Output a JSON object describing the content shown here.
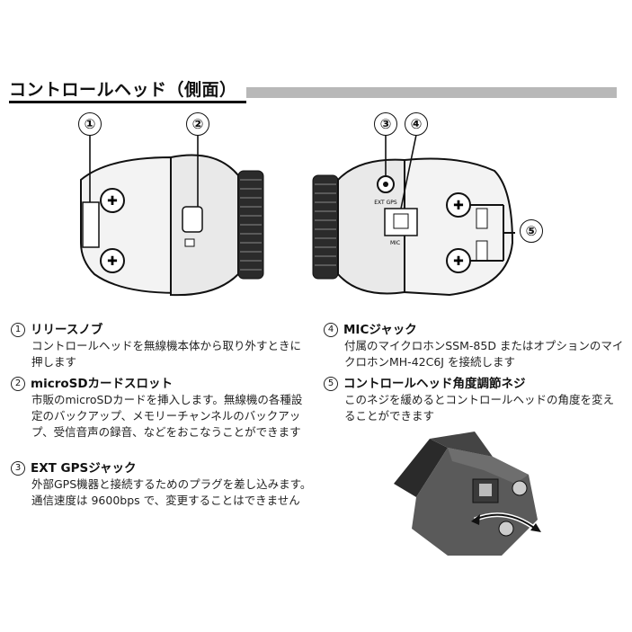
{
  "section": {
    "title": "コントロールヘッド（側面）"
  },
  "callouts": [
    "①",
    "②",
    "③",
    "④",
    "⑤"
  ],
  "figure_labels": {
    "ext_gps": "EXT GPS",
    "mic": "MIC"
  },
  "items": [
    {
      "num": "1",
      "title": "リリースノブ",
      "body": "コントロールヘッドを無線機本体から取り外すときに押します"
    },
    {
      "num": "2",
      "title": "microSDカードスロット",
      "body": "市販のmicroSDカードを挿入します。無線機の各種設定のバックアップ、メモリーチャンネルのバックアップ、受信音声の録音、などをおこなうことができます"
    },
    {
      "num": "3",
      "title": "EXT GPSジャック",
      "body": "外部GPS機器と接続するためのプラグを差し込みます。通信速度は 9600bps で、変更することはできません"
    },
    {
      "num": "4",
      "title": "MICジャック",
      "body": "付属のマイクロホンSSM-85D またはオプションのマイクロホンMH-42C6J を接続します"
    },
    {
      "num": "5",
      "title": "コントロールヘッド角度調節ネジ",
      "body": "このネジを緩めるとコントロールヘッドの角度を変えることができます"
    }
  ]
}
